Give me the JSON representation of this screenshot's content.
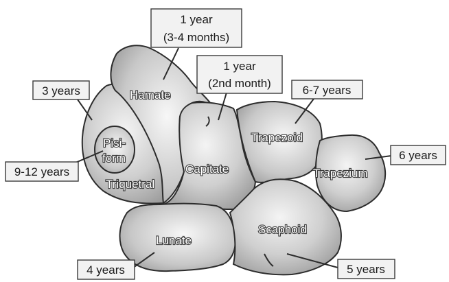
{
  "bones": {
    "hamate": "Hamate",
    "pisiform_line1": "Pisi-",
    "pisiform_line2": "form",
    "triquetral": "Triquetral",
    "capitate": "Capitate",
    "trapezoid": "Trapezoid",
    "trapezium": "Trapezium",
    "lunate": "Lunate",
    "scaphoid": "Scaphoid"
  },
  "labels": {
    "hamate_line1": "1 year",
    "hamate_line2": "(3-4 months)",
    "capitate_line1": "1 year",
    "capitate_line2": "(2nd month)",
    "triquetral": "3 years",
    "pisiform": "9-12 years",
    "trapezoid": "6-7 years",
    "trapezium": "6 years",
    "lunate": "4 years",
    "scaphoid": "5 years"
  },
  "colors": {
    "bone_light": "#f4f4f4",
    "bone_mid": "#cfcfcf",
    "bone_dark": "#9a9a9a",
    "outline": "#2c2c2c",
    "label_box": "#f2f2f2"
  }
}
